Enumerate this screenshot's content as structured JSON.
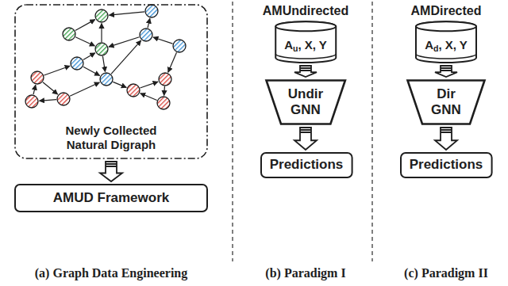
{
  "diagram": {
    "nodes": [
      {
        "text": [
          "Newly Collected Natural Digraph"
        ]
      },
      {
        "text": [
          "AMUD Framework"
        ]
      },
      {
        "text": [
          "AMUndirected",
          "Au, X, Y"
        ]
      },
      {
        "text": [
          "Undir GNN"
        ]
      },
      {
        "text": [
          "Predictions"
        ]
      },
      {
        "text": [
          "AMDirected",
          "Ad, X, Y"
        ]
      },
      {
        "text": [
          "Dir GNN"
        ]
      },
      {
        "text": [
          "Predictions"
        ]
      }
    ],
    "edges": [
      {
        "from": 0,
        "to": 1,
        "arrow": "to"
      },
      {
        "from": 2,
        "to": 3,
        "arrow": "to"
      },
      {
        "from": 3,
        "to": 4,
        "arrow": "to"
      },
      {
        "from": 5,
        "to": 6,
        "arrow": "to"
      },
      {
        "from": 6,
        "to": 7,
        "arrow": "to"
      }
    ],
    "labels": [
      "(a) Graph Data Engineering",
      "(b) Paradigm I",
      "(c) Paradigm II"
    ]
  }
}
